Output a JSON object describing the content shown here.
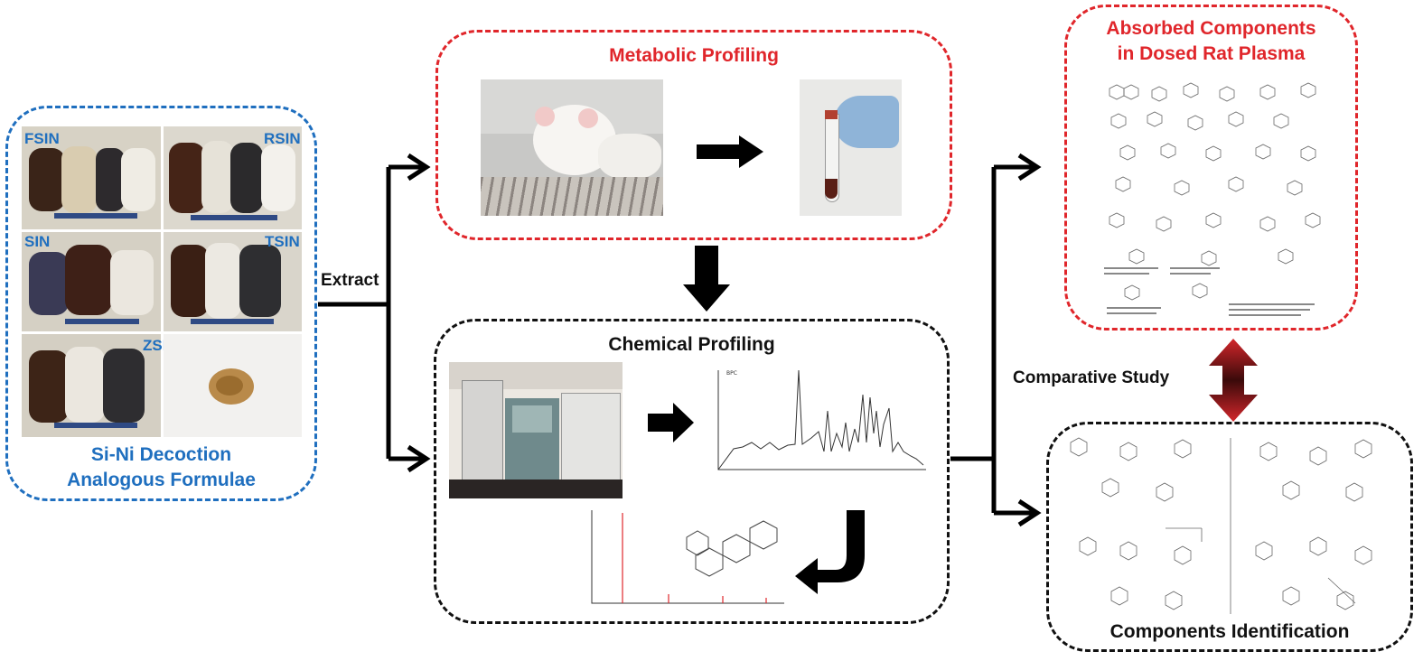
{
  "herbs": {
    "title_line1": "Si-Ni Decoction",
    "title_line2": "Analogous Formulae",
    "labels": [
      "FSIN",
      "RSIN",
      "SIN",
      "TSIN",
      "ZSIN"
    ]
  },
  "extract_label": "Extract",
  "metabolic": {
    "title": "Metabolic Profiling"
  },
  "chemical": {
    "title": "Chemical Profiling"
  },
  "absorbed": {
    "title_line1": "Absorbed Components",
    "title_line2": "in Dosed Rat Plasma"
  },
  "comparative_label": "Comparative Study",
  "identification": {
    "title": "Components Identification"
  },
  "colors": {
    "blue": "#1f6fbf",
    "red": "#e0262b",
    "black": "#111111"
  }
}
